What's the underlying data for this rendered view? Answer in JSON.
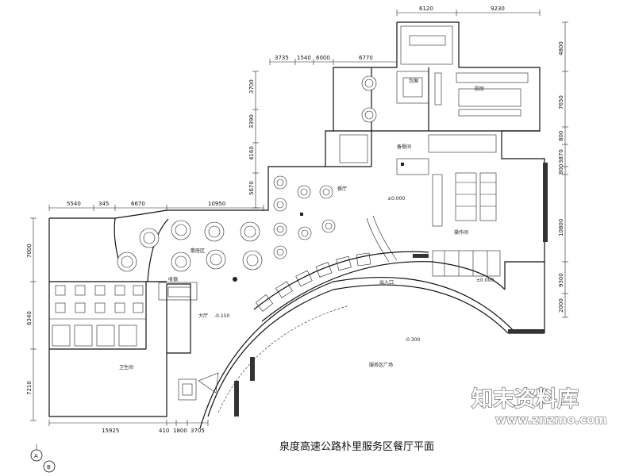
{
  "title": "泉度高速公路朴里服务区餐厅平面",
  "watermark": {
    "cn": "知末资料库",
    "url": "www.znzmo.com"
  },
  "dims": {
    "top": [
      "6120",
      "9230",
      "3735",
      "1540",
      "6000",
      "6770",
      "5540",
      "345",
      "6670",
      "10950"
    ],
    "bottom": [
      "15925",
      "410",
      "1800",
      "3705"
    ],
    "left": [
      "3700",
      "3390",
      "4160",
      "5670",
      "7000",
      "6340",
      "7210"
    ],
    "right": [
      "4800",
      "7650",
      "800",
      "3870",
      "800",
      "10800",
      "9300",
      "2000"
    ]
  },
  "rooms": [
    "服务区广场",
    "出入口",
    "厨房",
    "包厢",
    "餐厅",
    "备餐间",
    "收银",
    "操作间",
    "大厅",
    "卫生间",
    "散座区"
  ],
  "levels": [
    "±0.000",
    "-0.300",
    "-0.150",
    "±0.000"
  ],
  "axes": [
    "A",
    "B"
  ]
}
